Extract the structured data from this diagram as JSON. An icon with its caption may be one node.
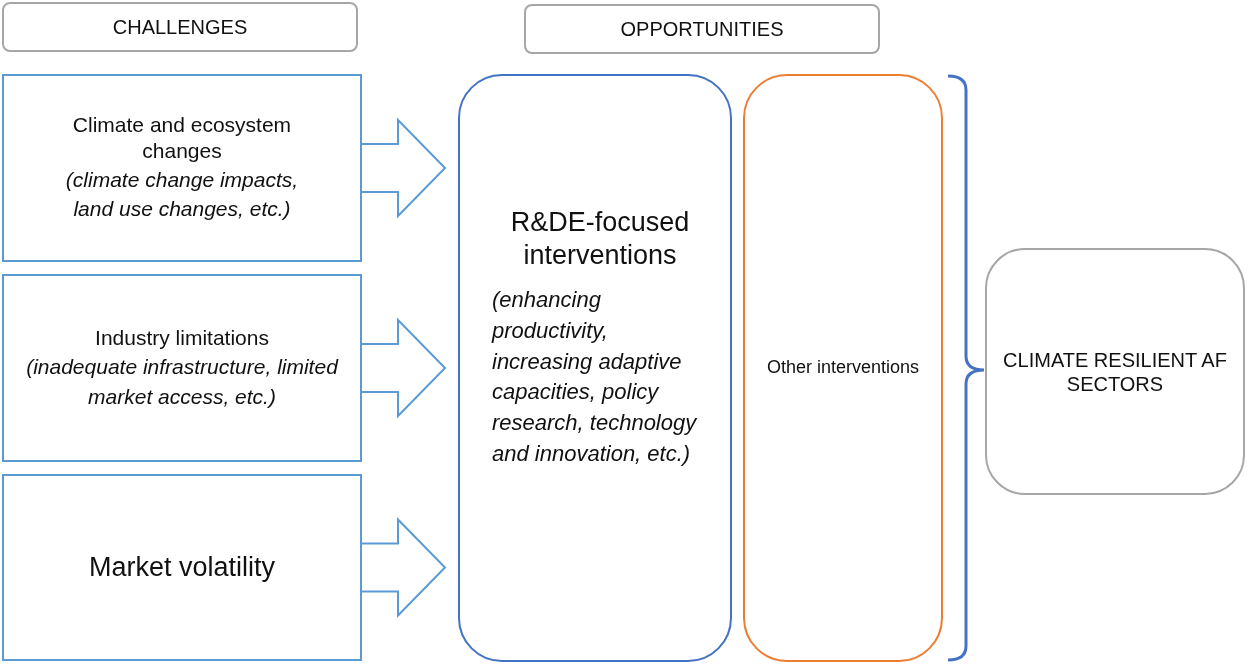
{
  "diagram": {
    "nodes": [
      {
        "text": [
          "CHALLENGES"
        ]
      },
      {
        "text": [
          "OPPORTUNITIES"
        ]
      },
      {
        "text": [
          "Climate and ecosystem changes",
          "(climate change impacts, land use changes, etc.)"
        ]
      },
      {
        "text": [
          "Industry limitations",
          "(inadequate infrastructure, limited market access, etc.)"
        ]
      },
      {
        "text": [
          "Market volatility"
        ]
      },
      {
        "text": [
          "R&DE-focused interventions",
          "(enhancing productivity, increasing adaptive capacities, policy research, technology and innovation, etc.)"
        ]
      },
      {
        "text": [
          "Other interventions"
        ]
      },
      {
        "text": [
          "CLIMATE RESILIENT AF SECTORS"
        ]
      }
    ],
    "edges": [
      {
        "from": 2,
        "to": 5,
        "arrow": "to"
      },
      {
        "from": 3,
        "to": 5,
        "arrow": "to"
      },
      {
        "from": 4,
        "to": 5,
        "arrow": "to"
      }
    ]
  }
}
